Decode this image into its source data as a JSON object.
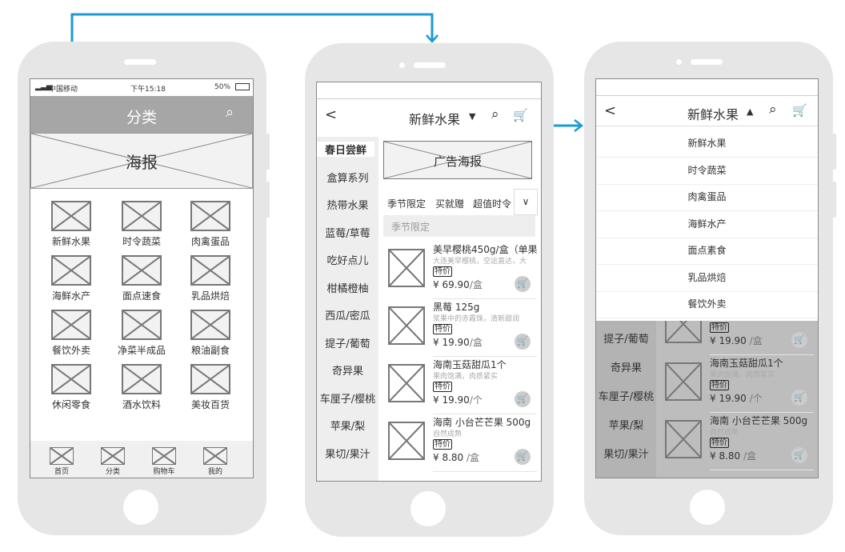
{
  "connector_color": "#1a9bd7",
  "phone1": {
    "status": {
      "carrier": "中国移动",
      "time": "下午15:18",
      "battery": "50%"
    },
    "header": {
      "title": "分类"
    },
    "poster": "海报",
    "grid": [
      "新鲜水果",
      "时令蔬菜",
      "肉禽蛋品",
      "海鲜水产",
      "面点速食",
      "乳品烘焙",
      "餐饮外卖",
      "净菜半成品",
      "粮油副食",
      "休闲零食",
      "酒水饮料",
      "美妆百货"
    ],
    "nav": [
      "首页",
      "分类",
      "购物车",
      "我的"
    ]
  },
  "phone2": {
    "back": "<",
    "title": "新鲜水果",
    "sidebar": [
      "春日尝鲜",
      "盒算系列",
      "热带水果",
      "蓝莓/草莓",
      "吃好点儿",
      "柑橘橙柚",
      "西瓜/密瓜",
      "提子/葡萄",
      "奇异果",
      "车厘子/樱桃",
      "苹果/梨",
      "果切/果汁"
    ],
    "ad": "广告海报",
    "tabs": [
      "季节限定",
      "买就赠",
      "超值时令"
    ],
    "section": "季节限定",
    "products": [
      {
        "name": "美早樱桃450g/盒（单果",
        "desc": "大连美早樱桃，空运直达，大",
        "tag": "特价",
        "price": "¥ 69.90",
        "unit": "/盒"
      },
      {
        "name": "黑莓 125g",
        "desc": "浆果中的赤霞珠，清新甜润",
        "tag": "特价",
        "price": "¥ 19.90",
        "unit": "/盒"
      },
      {
        "name": "海南玉菇甜瓜1个",
        "desc": "果肉饱满，肉质紧实",
        "tag": "特价",
        "price": "¥ 19.90",
        "unit": "/个"
      },
      {
        "name": "海南 小台芒芒果 500g",
        "desc": "自然成熟",
        "tag": "特价",
        "price": "¥ 8.80",
        "unit": " /盒"
      }
    ]
  },
  "phone3": {
    "back": "<",
    "title": "新鲜水果",
    "dropdown": [
      "新鲜水果",
      "时令蔬菜",
      "肉禽蛋品",
      "海鲜水产",
      "面点素食",
      "乳品烘焙",
      "餐饮外卖"
    ],
    "sidebar": [
      "提子/葡萄",
      "奇异果",
      "车厘子/樱桃",
      "苹果/梨",
      "果切/果汁"
    ],
    "products": [
      {
        "tag": "特价",
        "price": "¥ 19.90",
        "unit": " /盒"
      },
      {
        "name": "海南玉菇甜瓜1个",
        "desc": "果肉饱满，肉质紧实",
        "tag": "特价",
        "price": "¥ 19.90",
        "unit": " /个"
      },
      {
        "name": "海南 小台芒芒果 500g",
        "desc": "自然成熟",
        "tag": "特价",
        "price": "¥ 8.80",
        "unit": " /盒"
      }
    ]
  }
}
